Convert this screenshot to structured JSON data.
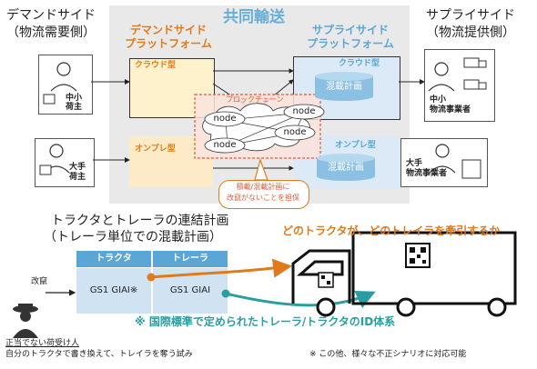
{
  "header": {
    "title": "共同輸送",
    "demand_side_title": "デマンドサイド",
    "demand_side_sub": "（物流需要側）",
    "supply_side_title": "サプライサイド",
    "supply_side_sub": "（物流提供側）"
  },
  "platforms": {
    "demand_title_line1": "デマンドサイド",
    "demand_title_line2": "プラットフォーム",
    "supply_title_line1": "サプライサイド",
    "supply_title_line2": "プラットフォーム",
    "cloud_label": "クラウド型",
    "onprem_label": "オンプレ型",
    "planning_label": "混載計画"
  },
  "actors": {
    "small_shipper_line1": "中小",
    "small_shipper_line2": "荷主",
    "large_shipper_line1": "大手",
    "large_shipper_line2": "荷主",
    "small_carrier_line1": "中小",
    "small_carrier_line2": "物流事業者",
    "large_carrier_line1": "大手",
    "large_carrier_line2": "物流事業者"
  },
  "blockchain": {
    "label": "ブロックチェーン",
    "nodes": [
      "node",
      "node",
      "node",
      "node"
    ],
    "callout_line1": "積載/混載計画に",
    "callout_line2": "改竄がないことを担保"
  },
  "plan": {
    "title_line1": "トラクタとトレーラの連結計画",
    "title_line2": "（トレーラ単位での混載計画）",
    "question": "どのトラクタが、どのトレイラを牽引するか",
    "table_headers": [
      "トラクタ",
      "トレーラ"
    ],
    "table_cells": [
      "GS1 GIAI※",
      "GS1 GIAI"
    ],
    "tamper_label": "改竄",
    "attacker_title": "正当でない荷受け人",
    "attacker_desc": "自分のトラクタで書き換えて、トレイラを奪う試み",
    "id_note": "※ 国際標準で定められたトレーラ/トラクタのID体系",
    "scenario_note": "※ この他、様々な不正シナリオに対応可能"
  },
  "colors": {
    "shared_bg": "#e9e9e9",
    "demand_cloud": "#fdf2cc",
    "demand_onprem": "#fdebc8",
    "supply": "#dbeaf6",
    "blockchain_border": "#e05a3a",
    "orange_text": "#e07a1a",
    "teal": "#2a9da0",
    "table_header": "#5aa6d6",
    "table_cell": "#cfe3f3"
  }
}
